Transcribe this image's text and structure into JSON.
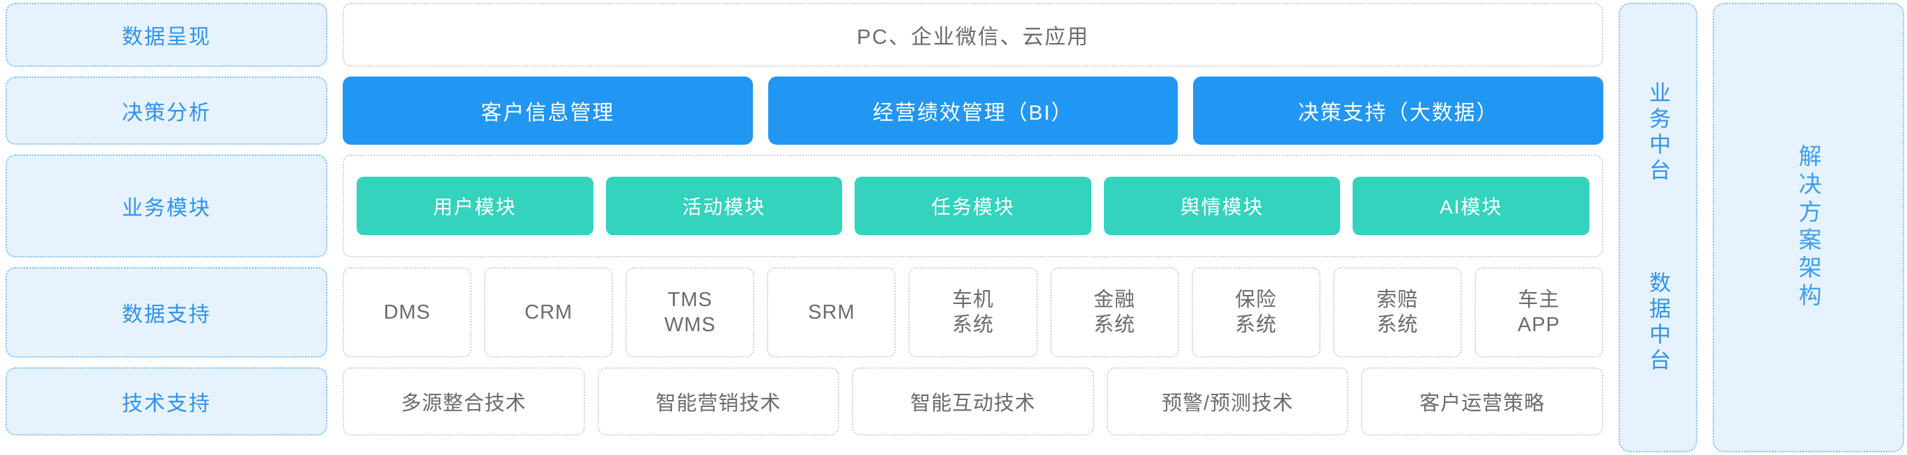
{
  "layers": [
    {
      "label": "数据呈现"
    },
    {
      "label": "决策分析"
    },
    {
      "label": "业务模块"
    },
    {
      "label": "数据支持"
    },
    {
      "label": "技术支持"
    }
  ],
  "presentation": {
    "text": "PC、企业微信、云应用"
  },
  "decision": {
    "cards": [
      {
        "label": "客户信息管理"
      },
      {
        "label": "经营绩效管理（BI）"
      },
      {
        "label": "决策支持（大数据）"
      }
    ]
  },
  "business": {
    "modules": [
      {
        "label": "用户模块"
      },
      {
        "label": "活动模块"
      },
      {
        "label": "任务模块"
      },
      {
        "label": "舆情模块"
      },
      {
        "label": "AI模块"
      }
    ]
  },
  "data_support": {
    "systems": [
      {
        "label": "DMS"
      },
      {
        "label": "CRM"
      },
      {
        "label": "TMS\nWMS"
      },
      {
        "label": "SRM"
      },
      {
        "label": "车机\n系统"
      },
      {
        "label": "金融\n系统"
      },
      {
        "label": "保险\n系统"
      },
      {
        "label": "索赔\n系统"
      },
      {
        "label": "车主\nAPP"
      }
    ]
  },
  "tech_support": {
    "items": [
      {
        "label": "多源整合技术"
      },
      {
        "label": "智能营销技术"
      },
      {
        "label": "智能互动技术"
      },
      {
        "label": "预警/预测技术"
      },
      {
        "label": "客户运营策略"
      }
    ]
  },
  "side_panels": {
    "midtai": {
      "top": "业务中台",
      "bottom": "数据中台"
    },
    "solution": {
      "title": "解决方案架构"
    }
  },
  "colors": {
    "accent_blue": "#2196f3",
    "accent_green": "#33d3bd",
    "label_bg": "#e6f2fd",
    "label_border": "#7cc0f5",
    "label_text": "#2f93ef",
    "body_text": "#6b6b6b",
    "dotted_border": "#cfcfcf"
  }
}
